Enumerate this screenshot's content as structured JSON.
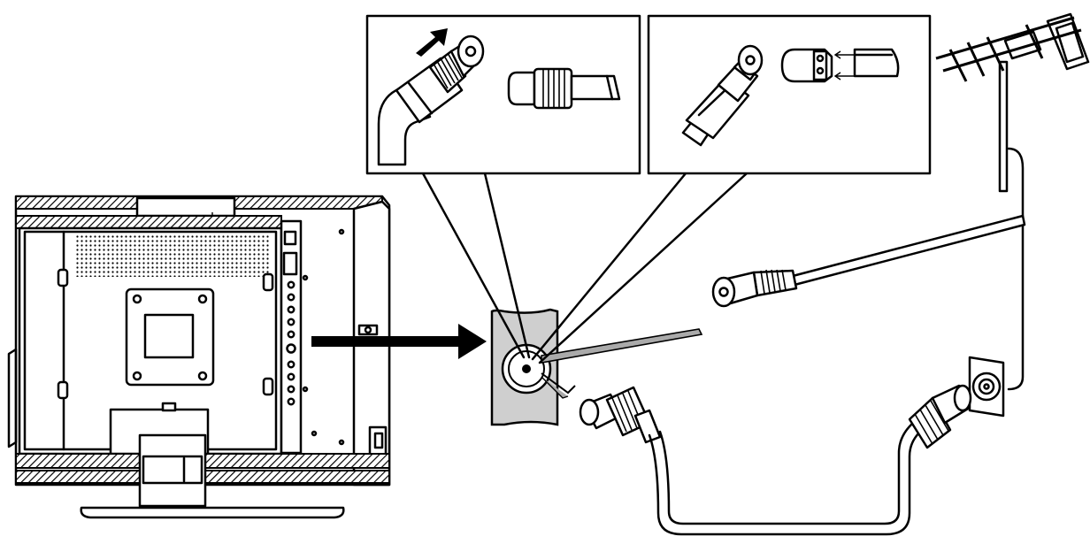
{
  "diagram": {
    "kind": "antenna-connection-illustration",
    "colors": {
      "line": "#000000",
      "background": "#ffffff",
      "panel": "#cfcfcf"
    },
    "parts": [
      "tv-rear",
      "rf-input-socket",
      "coax-plug",
      "iec-plug-inset",
      "f-connector-inset",
      "roof-antenna",
      "wall-antenna-outlet",
      "coax-cable"
    ]
  }
}
